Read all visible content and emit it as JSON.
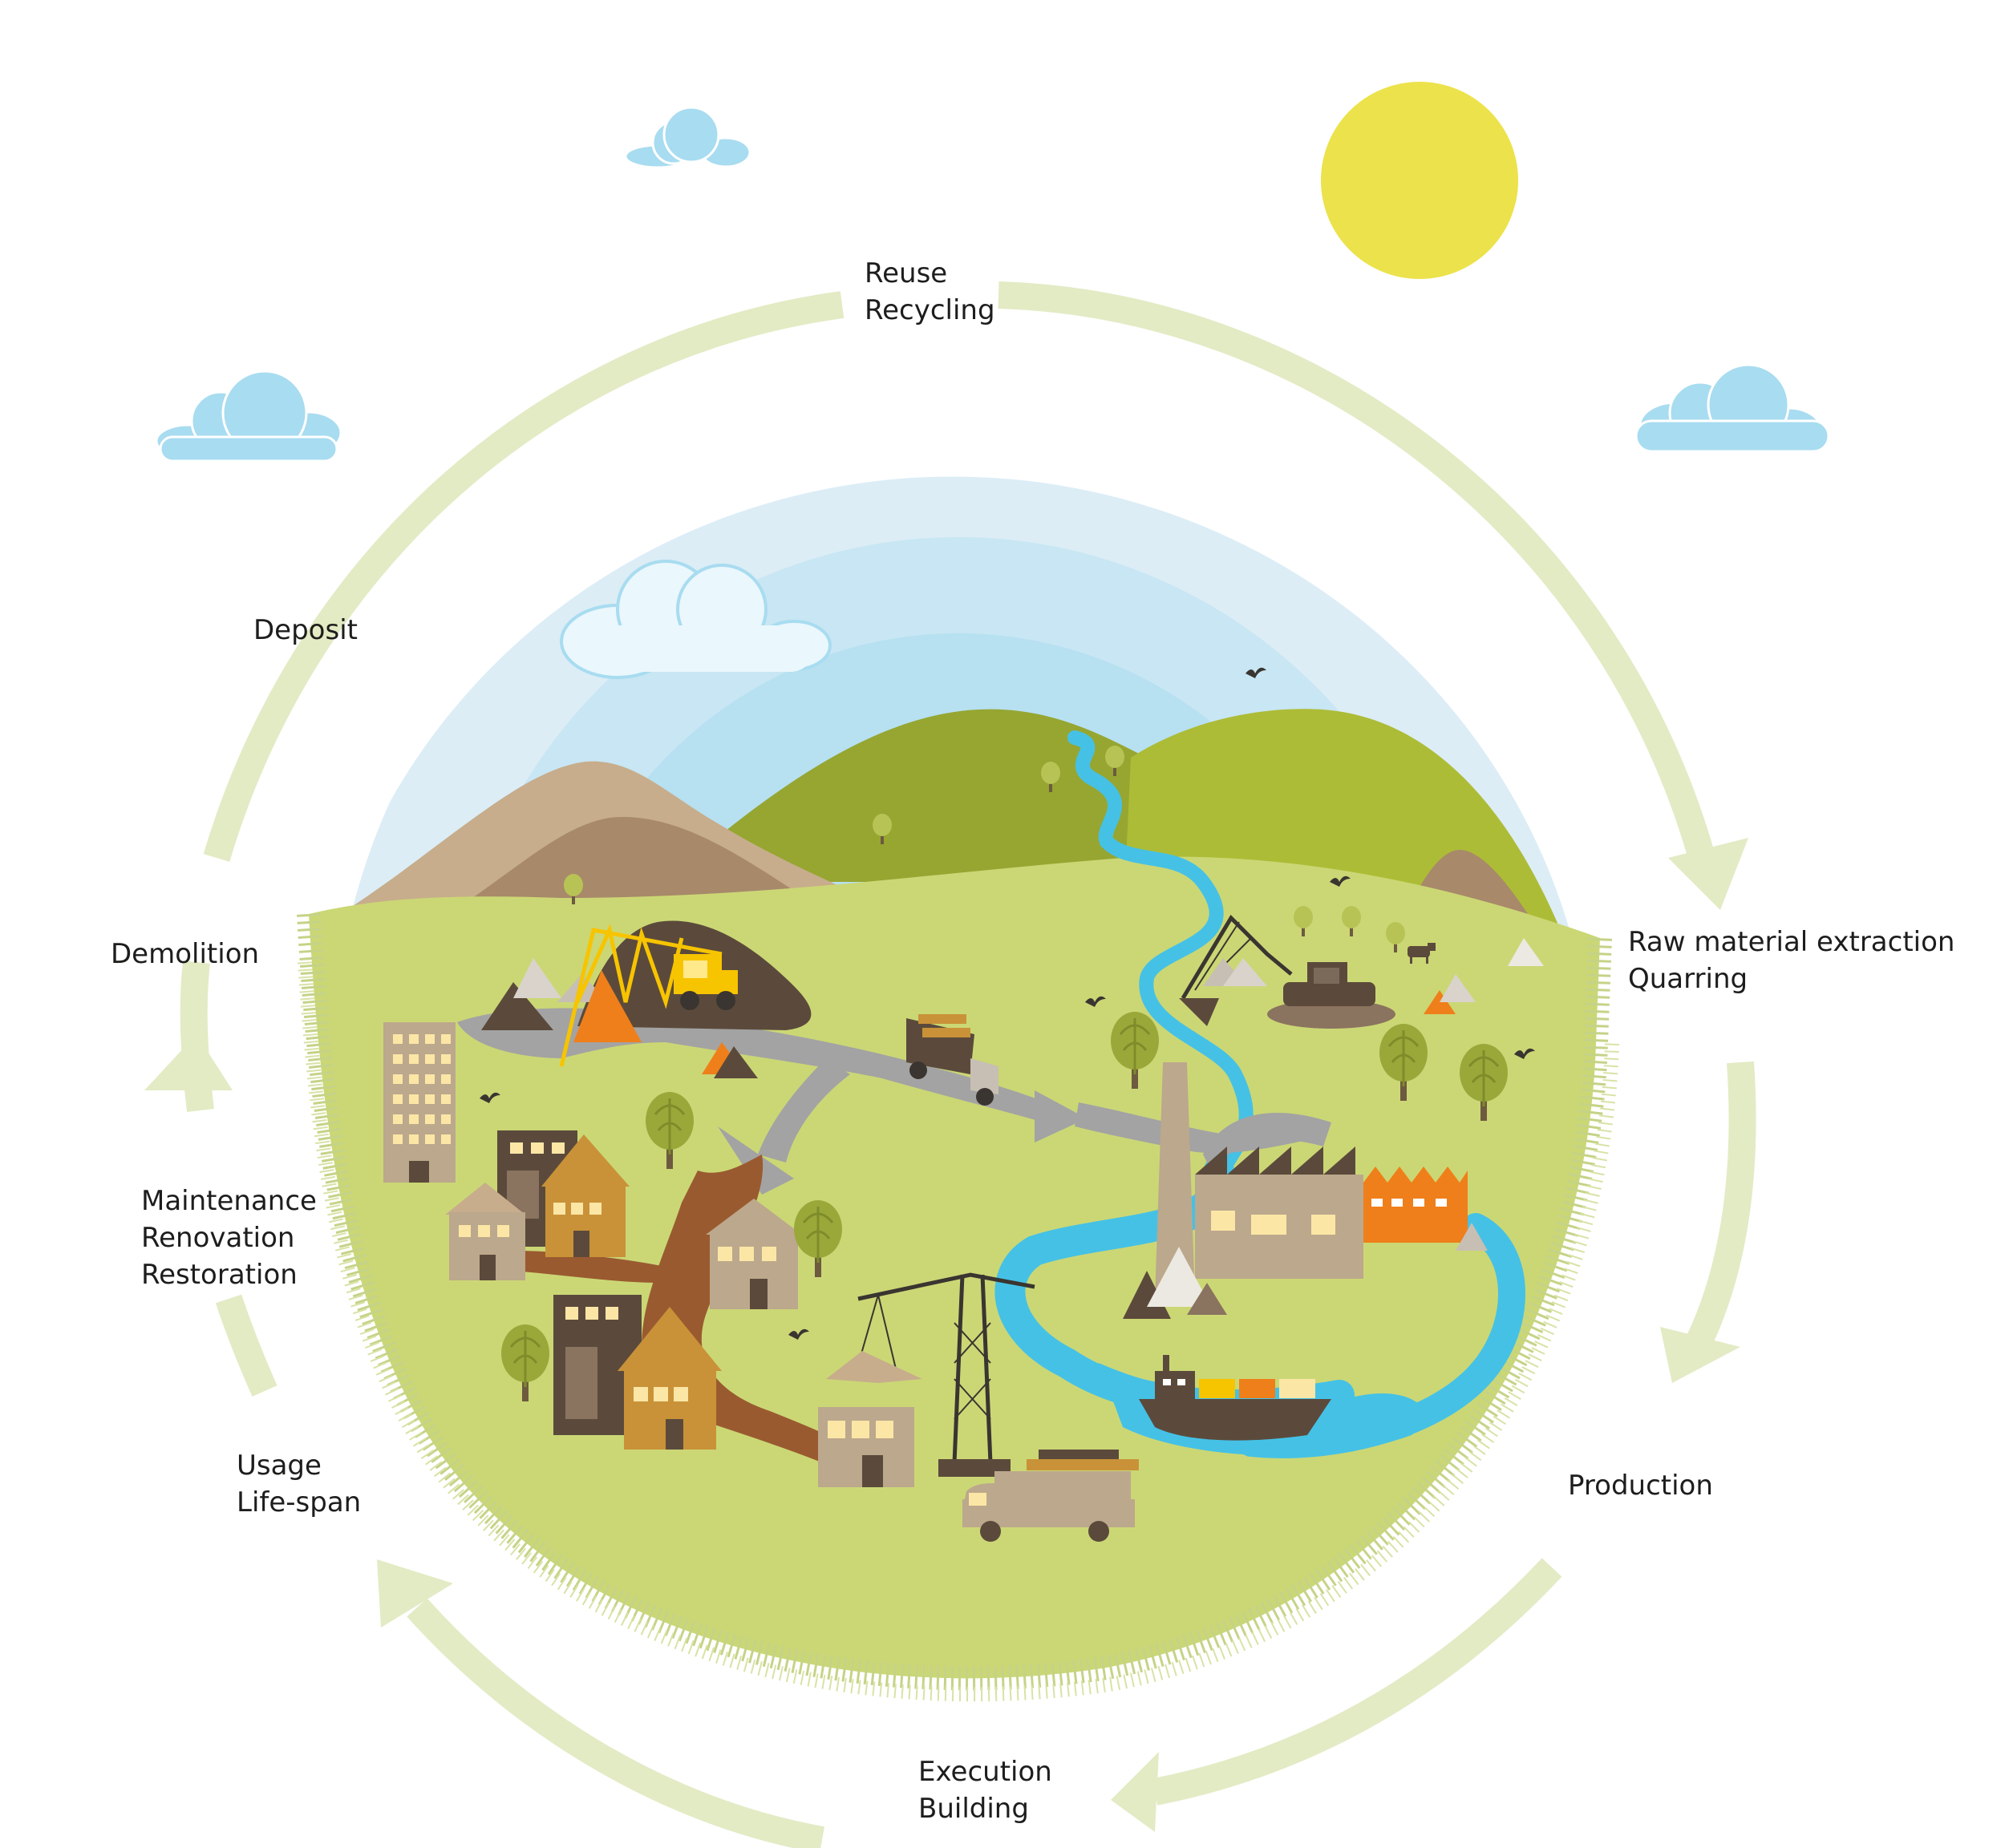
{
  "colors": {
    "cycle_arrow": "#e2ebc4",
    "sky_outer": "#dcedf6",
    "sky_mid": "#c8e6f3",
    "sky_inner": "#b7e0f1",
    "meadow": "#cbd775",
    "grass_fringe": "#c5d387",
    "hill_dark": "#96a631",
    "hill_light": "#adbc36",
    "mountain_back": "#c7ad8c",
    "mountain_front": "#a8896a",
    "river": "#45c1e6",
    "road": "#a3a3a3",
    "path": "#9a5a30",
    "sun": "#ece24b",
    "cloud": "#a8dcf0",
    "cloud_big": "#eaf7fc",
    "orange": "#ef7f1a",
    "yellow_machine": "#f7c400",
    "dark_brown": "#5b4a3b",
    "house_tan": "#bca88c",
    "house_ochre": "#c99238",
    "window": "#fbe6a6"
  },
  "icons": [
    "sun-icon",
    "cloud-icon",
    "mountain-icon",
    "hill-icon",
    "river-icon",
    "excavator-icon",
    "crane-icon",
    "bulldozer-icon",
    "truck-icon",
    "factory-icon",
    "cargo-ship-icon",
    "house-icon",
    "apartment-building-icon",
    "tree-icon",
    "cow-icon",
    "bird-icon",
    "sand-pile-icon",
    "road-arrow-icon"
  ],
  "stages": {
    "reuse": {
      "line1": "Reuse",
      "line2": "Recycling"
    },
    "raw": {
      "line1": "Raw material extraction",
      "line2": "Quarring"
    },
    "production": {
      "line1": "Production"
    },
    "execution": {
      "line1": "Execution",
      "line2": "Building"
    },
    "usage": {
      "line1": "Usage",
      "line2": "Life-span"
    },
    "maintenance": {
      "line1": "Maintenance",
      "line2": "Renovation",
      "line3": "Restoration"
    },
    "demolition": {
      "line1": "Demolition"
    },
    "deposit": {
      "line1": "Deposit"
    }
  }
}
